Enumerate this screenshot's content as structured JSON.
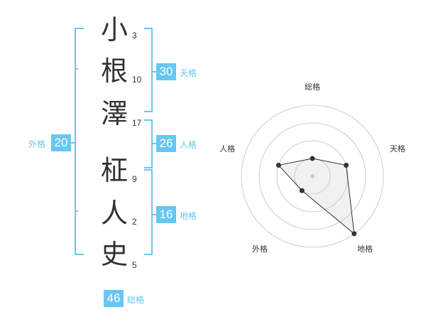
{
  "name": {
    "characters": [
      {
        "char": "小",
        "strokes": "3"
      },
      {
        "char": "根",
        "strokes": "10"
      },
      {
        "char": "澤",
        "strokes": "17"
      },
      {
        "char": "柾",
        "strokes": "9"
      },
      {
        "char": "人",
        "strokes": "2"
      },
      {
        "char": "史",
        "strokes": "5"
      }
    ]
  },
  "kakaku": {
    "tenkaku": {
      "value": "30",
      "label": "天格"
    },
    "jinkaku": {
      "value": "26",
      "label": "人格"
    },
    "chikaku": {
      "value": "16",
      "label": "地格"
    },
    "gaikaku": {
      "value": "20",
      "label": "外格"
    },
    "soukaku": {
      "value": "46",
      "label": "総格"
    }
  },
  "colors": {
    "accent": "#66c7f4",
    "text": "#333333",
    "grid": "#cccccc"
  },
  "radar": {
    "axes": [
      "総格",
      "天格",
      "地格",
      "外格",
      "人格"
    ],
    "levels": 4,
    "max": 4,
    "values": [
      1,
      2,
      4,
      1,
      2
    ]
  }
}
